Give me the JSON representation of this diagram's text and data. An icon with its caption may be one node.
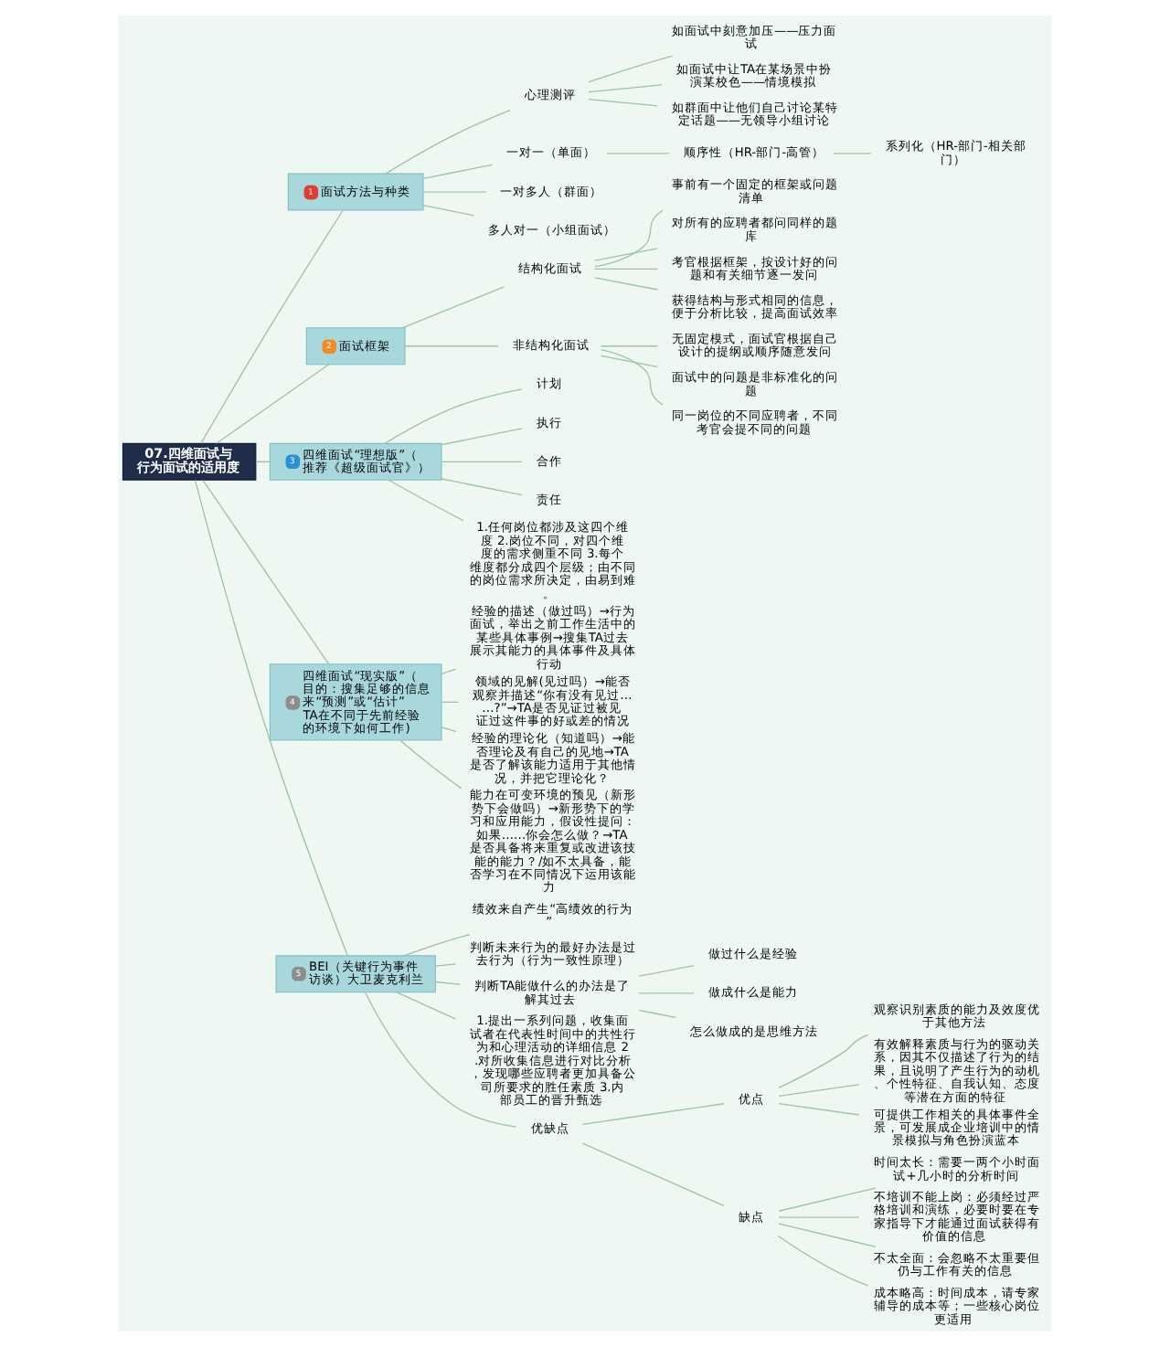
{
  "diagram": {
    "nodes": [
      {
        "text": [
          "07.四维面试与行为面试的适用度"
        ]
      },
      {
        "text": [
          "1",
          "面试方法与种类"
        ]
      },
      {
        "text": [
          "心理测评"
        ]
      },
      {
        "text": [
          "如面试中刻意加压——压力面试"
        ]
      },
      {
        "text": [
          "如面试中让TA在某场景中扮演某校色——情境模拟"
        ]
      },
      {
        "text": [
          "如群面中让他们自己讨论某特定话题——无领导小组讨论"
        ]
      },
      {
        "text": [
          "一对一（单面）"
        ]
      },
      {
        "text": [
          "顺序性（HR-部门-高管）"
        ]
      },
      {
        "text": [
          "系列化（HR-部门-相关部门）"
        ]
      },
      {
        "text": [
          "一对多人（群面）"
        ]
      },
      {
        "text": [
          "多人对一（小组面试）"
        ]
      },
      {
        "text": [
          "2",
          "面试框架"
        ]
      },
      {
        "text": [
          "结构化面试"
        ]
      },
      {
        "text": [
          "事前有一个固定的框架或问题清单"
        ]
      },
      {
        "text": [
          "对所有的应聘者都问同样的题库"
        ]
      },
      {
        "text": [
          "考官根据框架，按设计好的问题和有关细节逐一发问"
        ]
      },
      {
        "text": [
          "获得结构与形式相同的信息，便于分析比较，提高面试效率"
        ]
      },
      {
        "text": [
          "非结构化面试"
        ]
      },
      {
        "text": [
          "无固定模式，面试官根据自己设计的提纲或顺序随意发问"
        ]
      },
      {
        "text": [
          "面试中的问题是非标准化的问题"
        ]
      },
      {
        "text": [
          "同一岗位的不同应聘者，不同考官会提不同的问题"
        ]
      },
      {
        "text": [
          "3",
          "四维面试“理想版”（推荐《超级面试官》）"
        ]
      },
      {
        "text": [
          "计划"
        ]
      },
      {
        "text": [
          "执行"
        ]
      },
      {
        "text": [
          "合作"
        ]
      },
      {
        "text": [
          "责任"
        ]
      },
      {
        "text": [
          "1.任何岗位都涉及这四个维度 2.岗位不同，对四个维度的需求侧重不同 3.每个维度都分成四个层级；由不同的岗位需求所决定，由易到难。"
        ]
      },
      {
        "text": [
          "4",
          "四维面试“现实版”（目的：搜集足够的信息来“预测”或“估计”TA在不同于先前经验的环境下如何工作)"
        ]
      },
      {
        "text": [
          "经验的描述（做过吗）→行为面试，举出之前工作生活中的某些具体事例→搜集TA过去展示其能力的具体事件及具体行动"
        ]
      },
      {
        "text": [
          "领域的见解(见过吗）→能否观察并描述“你有没有见过……?”→TA是否见证过被见证过这件事的好或差的情况"
        ]
      },
      {
        "text": [
          "经验的理论化（知道吗）→能否理论及有自己的见地→TA是否了解该能力适用于其他情况，并把它理论化？"
        ]
      },
      {
        "text": [
          "能力在可变环境的预见（新形势下会做吗）→新形势下的学习和应用能力，假设性提问：如果……你会怎么做？→TA是否具备将来重复或改进该技能的能力？/如不太具备，能否学习在不同情况下运用该能力"
        ]
      },
      {
        "text": [
          "5",
          "BEI（关键行为事件访谈）大卫麦克利兰"
        ]
      },
      {
        "text": [
          "绩效来自产生“高绩效的行为”"
        ]
      },
      {
        "text": [
          "判断未来行为的最好办法是过去行为（行为一致性原理）"
        ]
      },
      {
        "text": [
          "判断TA能做什么的办法是了解其过去"
        ]
      },
      {
        "text": [
          "做过什么是经验"
        ]
      },
      {
        "text": [
          "做成什么是能力"
        ]
      },
      {
        "text": [
          "怎么做成的是思维方法"
        ]
      },
      {
        "text": [
          "1.提出一系列问题，收集面试者在代表性时间中的共性行为和心理活动的详细信息 2.对所收集信息进行对比分析，发现哪些应聘者更加具备公司所要求的胜任素质 3.内部员工的晋升甄选"
        ]
      },
      {
        "text": [
          "优缺点"
        ]
      },
      {
        "text": [
          "优点"
        ]
      },
      {
        "text": [
          "观察识别素质的能力及效度优于其他方法"
        ]
      },
      {
        "text": [
          "有效解释素质与行为的驱动关系，因其不仅描述了行为的结果，且说明了产生行为的动机、个性特征、自我认知、态度等潜在方面的特征"
        ]
      },
      {
        "text": [
          "可提供工作相关的具体事件全景，可发展成企业培训中的情景模拟与角色扮演蓝本"
        ]
      },
      {
        "text": [
          "缺点"
        ]
      },
      {
        "text": [
          "时间太长：需要一两个小时面试+几小时的分析时间"
        ]
      },
      {
        "text": [
          "不培训不能上岗：必须经过严格培训和演练，必要时要在专家指导下才能通过面试获得有价值的信息"
        ]
      },
      {
        "text": [
          "不太全面：会忽略不太重要但仍与工作有关的信息"
        ]
      },
      {
        "text": [
          "成本略高：时间成本，请专家辅导的成本等；一些核心岗位更适用"
        ]
      }
    ],
    "edges": [
      {
        "from": 0,
        "to": 1,
        "arrow": "none"
      },
      {
        "from": 1,
        "to": 2,
        "arrow": "none"
      },
      {
        "from": 2,
        "to": 3,
        "arrow": "none"
      },
      {
        "from": 2,
        "to": 4,
        "arrow": "none"
      },
      {
        "from": 2,
        "to": 5,
        "arrow": "none"
      },
      {
        "from": 1,
        "to": 6,
        "arrow": "none"
      },
      {
        "from": 6,
        "to": 7,
        "arrow": "none"
      },
      {
        "from": 7,
        "to": 8,
        "arrow": "none"
      },
      {
        "from": 1,
        "to": 9,
        "arrow": "none"
      },
      {
        "from": 1,
        "to": 10,
        "arrow": "none"
      },
      {
        "from": 0,
        "to": 11,
        "arrow": "none"
      },
      {
        "from": 11,
        "to": 12,
        "arrow": "none"
      },
      {
        "from": 12,
        "to": 13,
        "arrow": "none"
      },
      {
        "from": 12,
        "to": 14,
        "arrow": "none"
      },
      {
        "from": 12,
        "to": 15,
        "arrow": "none"
      },
      {
        "from": 12,
        "to": 16,
        "arrow": "none"
      },
      {
        "from": 11,
        "to": 17,
        "arrow": "none"
      },
      {
        "from": 17,
        "to": 18,
        "arrow": "none"
      },
      {
        "from": 17,
        "to": 19,
        "arrow": "none"
      },
      {
        "from": 17,
        "to": 20,
        "arrow": "none"
      },
      {
        "from": 0,
        "to": 21,
        "arrow": "none"
      },
      {
        "from": 21,
        "to": 22,
        "arrow": "none"
      },
      {
        "from": 21,
        "to": 23,
        "arrow": "none"
      },
      {
        "from": 21,
        "to": 24,
        "arrow": "none"
      },
      {
        "from": 21,
        "to": 25,
        "arrow": "none"
      },
      {
        "from": 21,
        "to": 26,
        "arrow": "none"
      },
      {
        "from": 0,
        "to": 27,
        "arrow": "none"
      },
      {
        "from": 27,
        "to": 28,
        "arrow": "none"
      },
      {
        "from": 27,
        "to": 29,
        "arrow": "none"
      },
      {
        "from": 27,
        "to": 30,
        "arrow": "none"
      },
      {
        "from": 27,
        "to": 31,
        "arrow": "none"
      },
      {
        "from": 0,
        "to": 32,
        "arrow": "none"
      },
      {
        "from": 32,
        "to": 33,
        "arrow": "none"
      },
      {
        "from": 32,
        "to": 34,
        "arrow": "none"
      },
      {
        "from": 32,
        "to": 35,
        "arrow": "none"
      },
      {
        "from": 35,
        "to": 36,
        "arrow": "none"
      },
      {
        "from": 35,
        "to": 37,
        "arrow": "none"
      },
      {
        "from": 35,
        "to": 38,
        "arrow": "none"
      },
      {
        "from": 32,
        "to": 39,
        "arrow": "none"
      },
      {
        "from": 32,
        "to": 40,
        "arrow": "none"
      },
      {
        "from": 40,
        "to": 41,
        "arrow": "none"
      },
      {
        "from": 41,
        "to": 42,
        "arrow": "none"
      },
      {
        "from": 41,
        "to": 43,
        "arrow": "none"
      },
      {
        "from": 41,
        "to": 44,
        "arrow": "none"
      },
      {
        "from": 40,
        "to": 45,
        "arrow": "none"
      },
      {
        "from": 45,
        "to": 46,
        "arrow": "none"
      },
      {
        "from": 45,
        "to": 47,
        "arrow": "none"
      },
      {
        "from": 45,
        "to": 48,
        "arrow": "none"
      },
      {
        "from": 45,
        "to": 49,
        "arrow": "none"
      }
    ]
  }
}
